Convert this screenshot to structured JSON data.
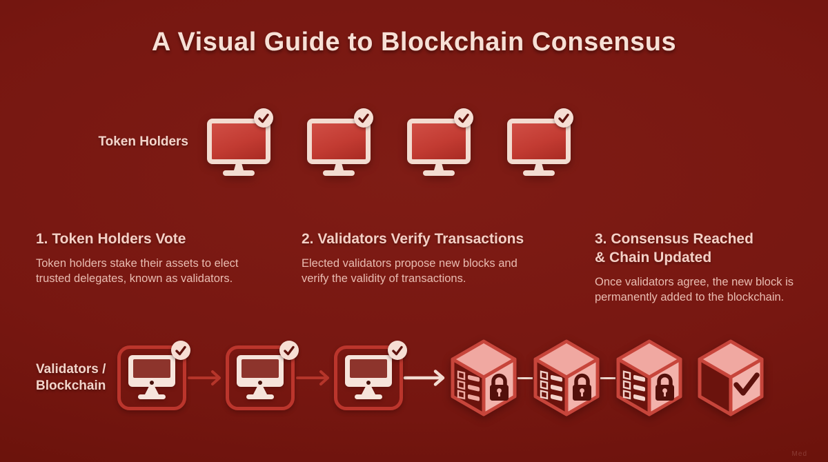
{
  "header": {
    "title": "A Visual Guide to Blockchain Consensus"
  },
  "top_row": {
    "label": "Token Holders",
    "monitor_count": 4,
    "monitor_badge": "check"
  },
  "steps": [
    {
      "heading": "1. Token Holders Vote",
      "body": "Token holders stake their assets to elect trusted delegates, known as validators."
    },
    {
      "heading": "2. Validators Verify Transactions",
      "body": "Elected validators propose new blocks and verify the validity of transactions."
    },
    {
      "heading": "3. Consensus Reached\n& Chain Updated",
      "body": "Once validators agree, the new block is permanently added to the blockchain."
    }
  ],
  "bottom_row": {
    "label": "Validators /\nBlockchain",
    "validator_count": 3,
    "validator_badge": "check",
    "blocks": [
      {
        "icon": "lock",
        "ledger": true
      },
      {
        "icon": "lock",
        "ledger": true
      },
      {
        "icon": "lock",
        "ledger": true
      },
      {
        "icon": "check",
        "ledger": false
      }
    ]
  },
  "watermark": "Med",
  "colors": {
    "background": "#771711",
    "cream": "#f3dcd1",
    "heading_text": "#f4d0c6",
    "body_text": "#e9bcb1",
    "screen_red": "#c23b32",
    "frame_red": "#bb352c",
    "arrow_red": "#b5352a",
    "cube_top": "#f0a8a1",
    "cube_side": "#f2b2ab",
    "cube_dark_face": "#6b130d",
    "check_dark": "#5d120d"
  }
}
